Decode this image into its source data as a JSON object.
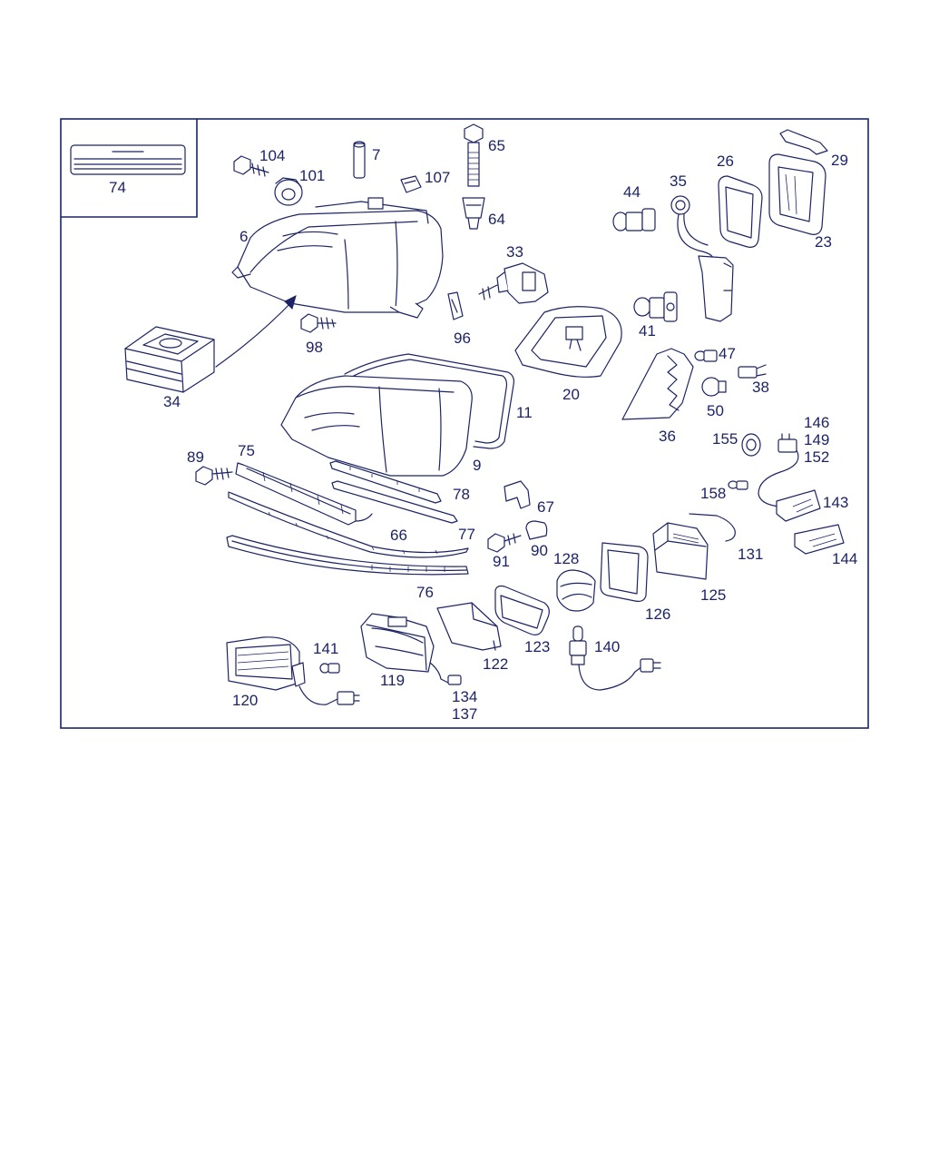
{
  "labels": {
    "l74": "74",
    "l104": "104",
    "l7": "7",
    "l65": "65",
    "l29": "29",
    "l101": "101",
    "l107": "107",
    "l26": "26",
    "l35": "35",
    "l44": "44",
    "l64": "64",
    "l23": "23",
    "l6": "6",
    "l33": "33",
    "l41": "41",
    "l96": "96",
    "l98": "98",
    "l47": "47",
    "l34": "34",
    "l38": "38",
    "l20": "20",
    "l50": "50",
    "l11": "11",
    "l36": "36",
    "l146": "146",
    "l149": "149",
    "l152": "152",
    "l155": "155",
    "l89": "89",
    "l75": "75",
    "l9": "9",
    "l78": "78",
    "l158": "158",
    "l143": "143",
    "l67": "67",
    "l66": "66",
    "l77": "77",
    "l90": "90",
    "l131": "131",
    "l128": "128",
    "l91": "91",
    "l144": "144",
    "l125": "125",
    "l76": "76",
    "l126": "126",
    "l141": "141",
    "l140": "140",
    "l123": "123",
    "l119": "119",
    "l122": "122",
    "l120": "120",
    "l134": "134",
    "l137": "137"
  },
  "colors": {
    "ink": "#1c2466",
    "background": "#ffffff"
  }
}
